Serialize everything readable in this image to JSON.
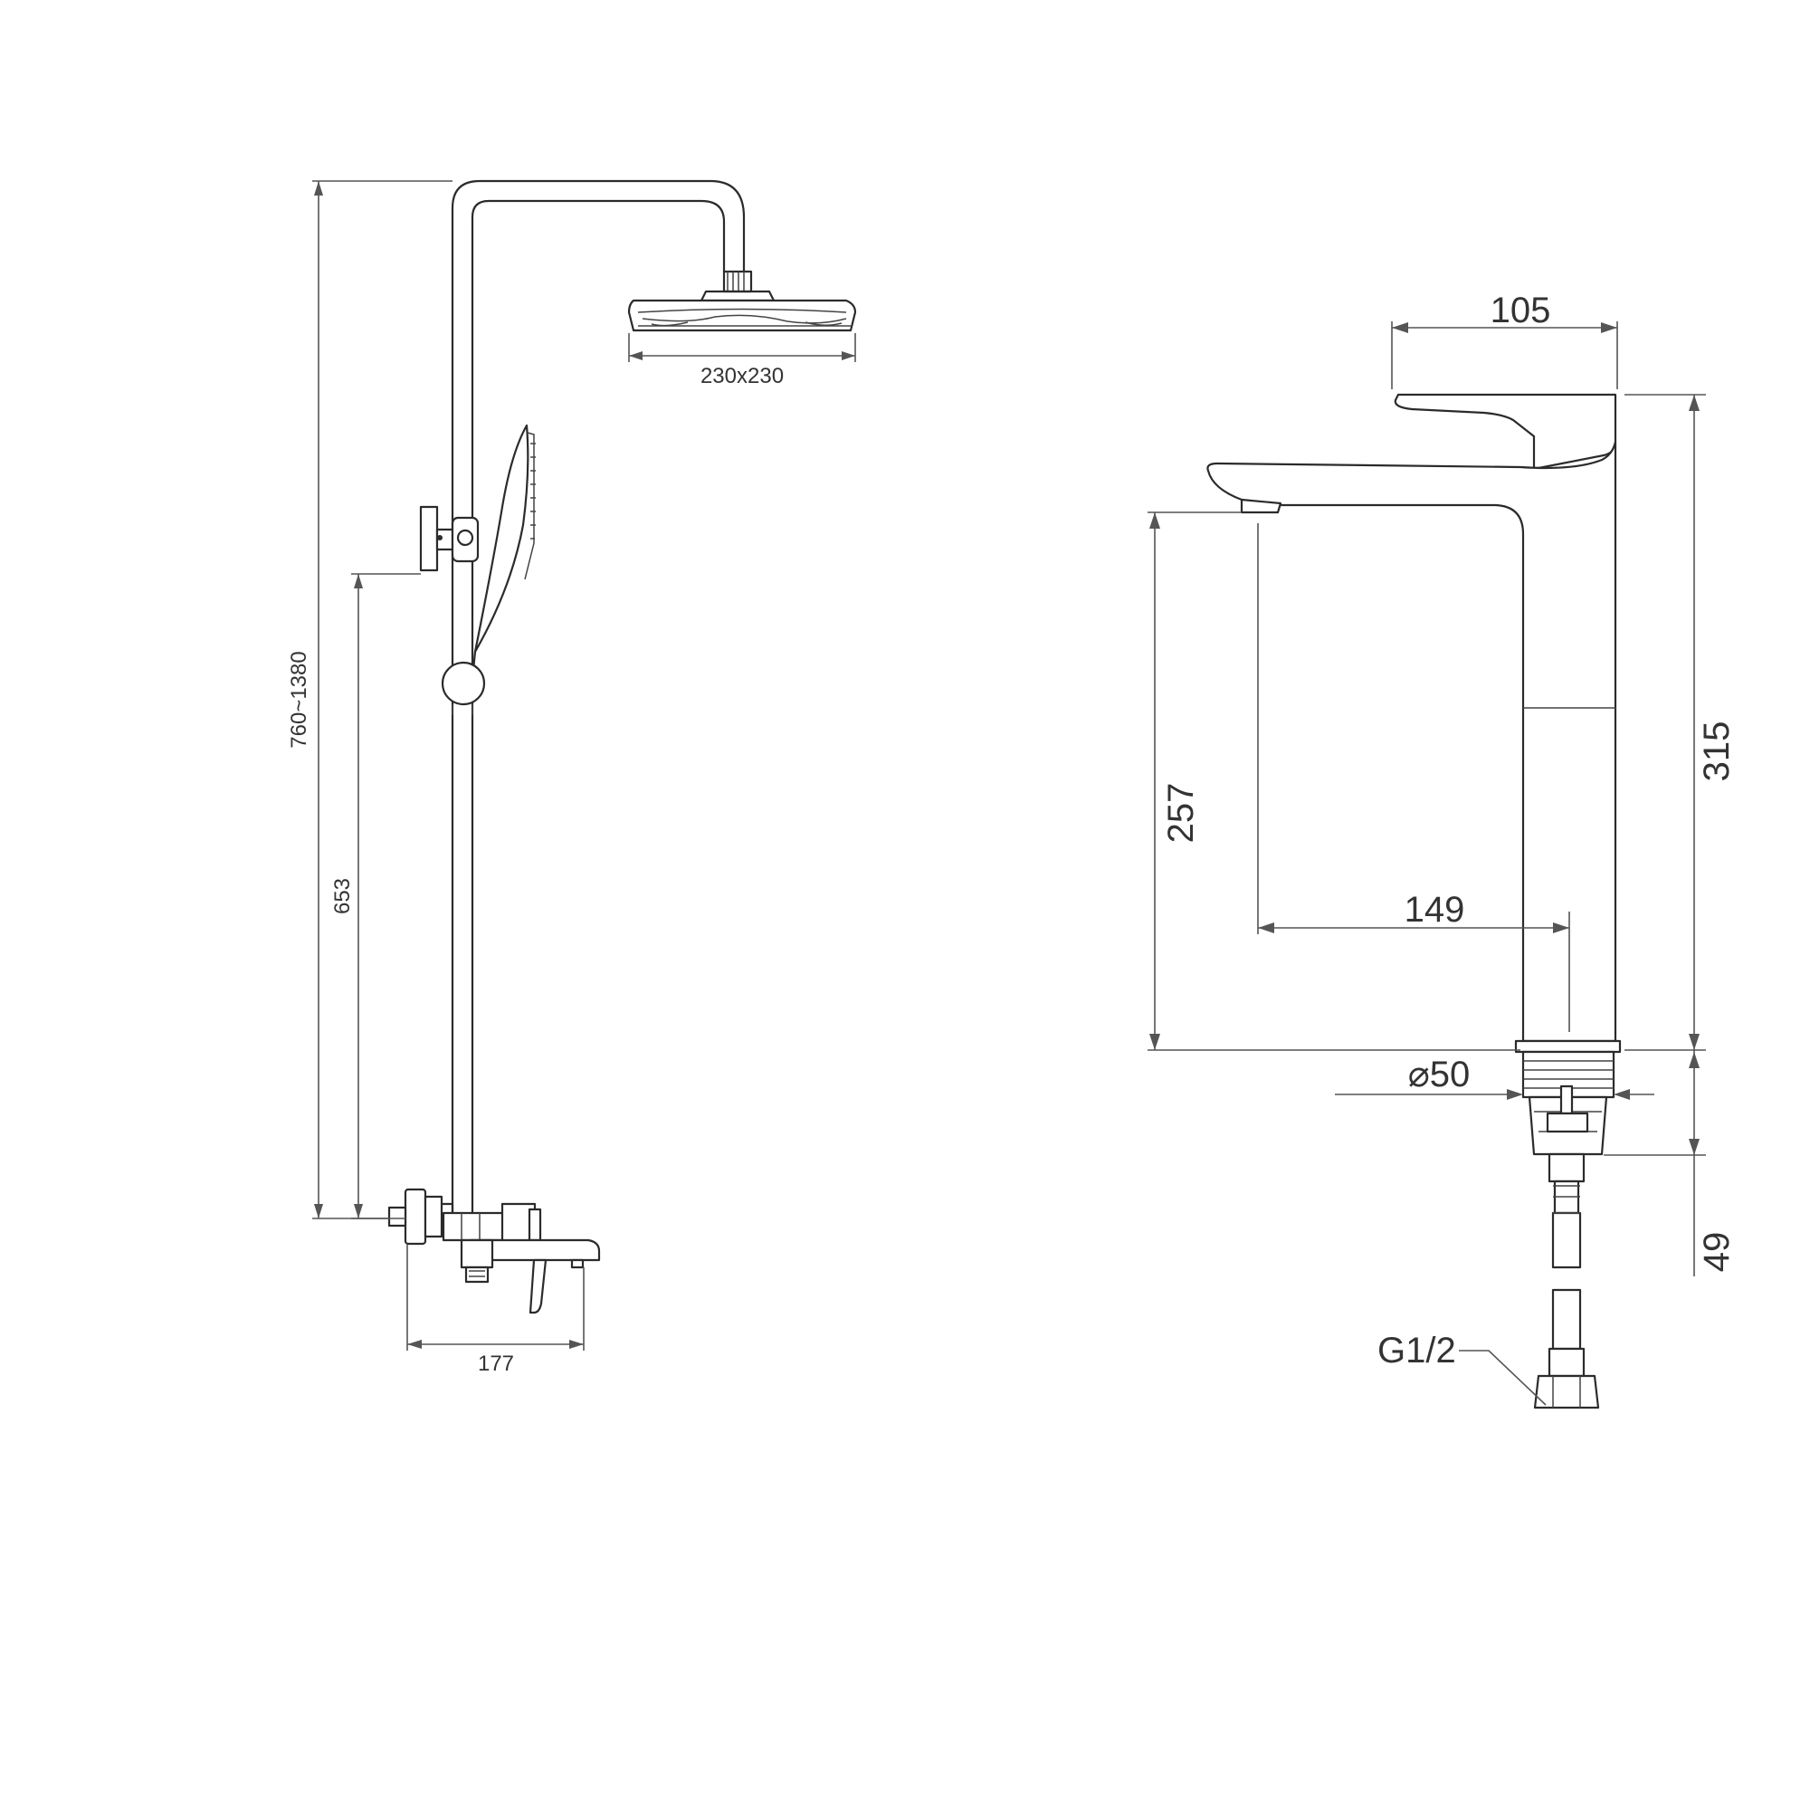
{
  "shower_column": {
    "head_size_label": "230x230",
    "total_height_label": "760~1380",
    "bar_height_label": "653",
    "spout_length_label": "177"
  },
  "basin_mixer": {
    "handle_length_label": "105",
    "total_height_label": "315",
    "spout_height_label": "257",
    "spout_reach_label": "149",
    "base_diameter_label": "⌀50",
    "max_deck_thickness_label": "49",
    "connection_label": "G1/2"
  }
}
